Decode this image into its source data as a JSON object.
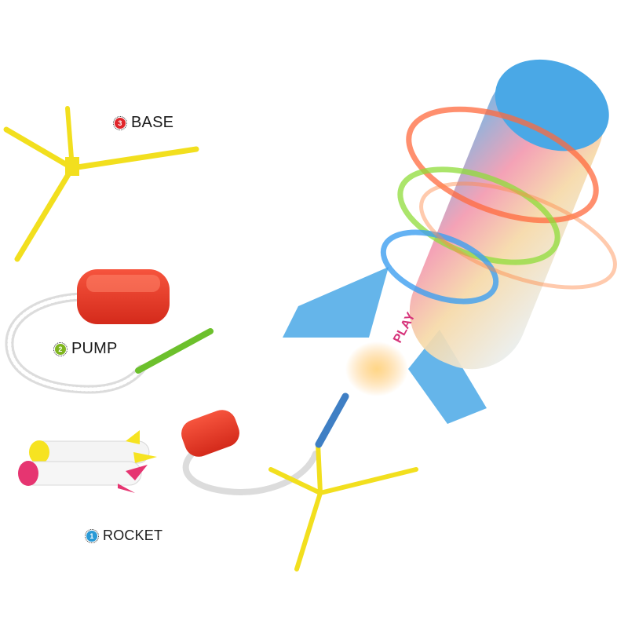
{
  "labels": {
    "base": {
      "number": "3",
      "text": "BASE",
      "color": "#e0262b"
    },
    "pump": {
      "number": "2",
      "text": "PUMP",
      "color": "#7fb51f"
    },
    "rocket": {
      "number": "1",
      "text": "ROCKET",
      "color": "#2a9ad6"
    }
  },
  "rocket_logo": "PLAY",
  "colors": {
    "stand": "#f2df1e",
    "pump_body": "#ee3524",
    "rocket_foam": "#4aa8e6",
    "hose": "#e6e6e6",
    "nozzle_green": "#6cc02c"
  }
}
